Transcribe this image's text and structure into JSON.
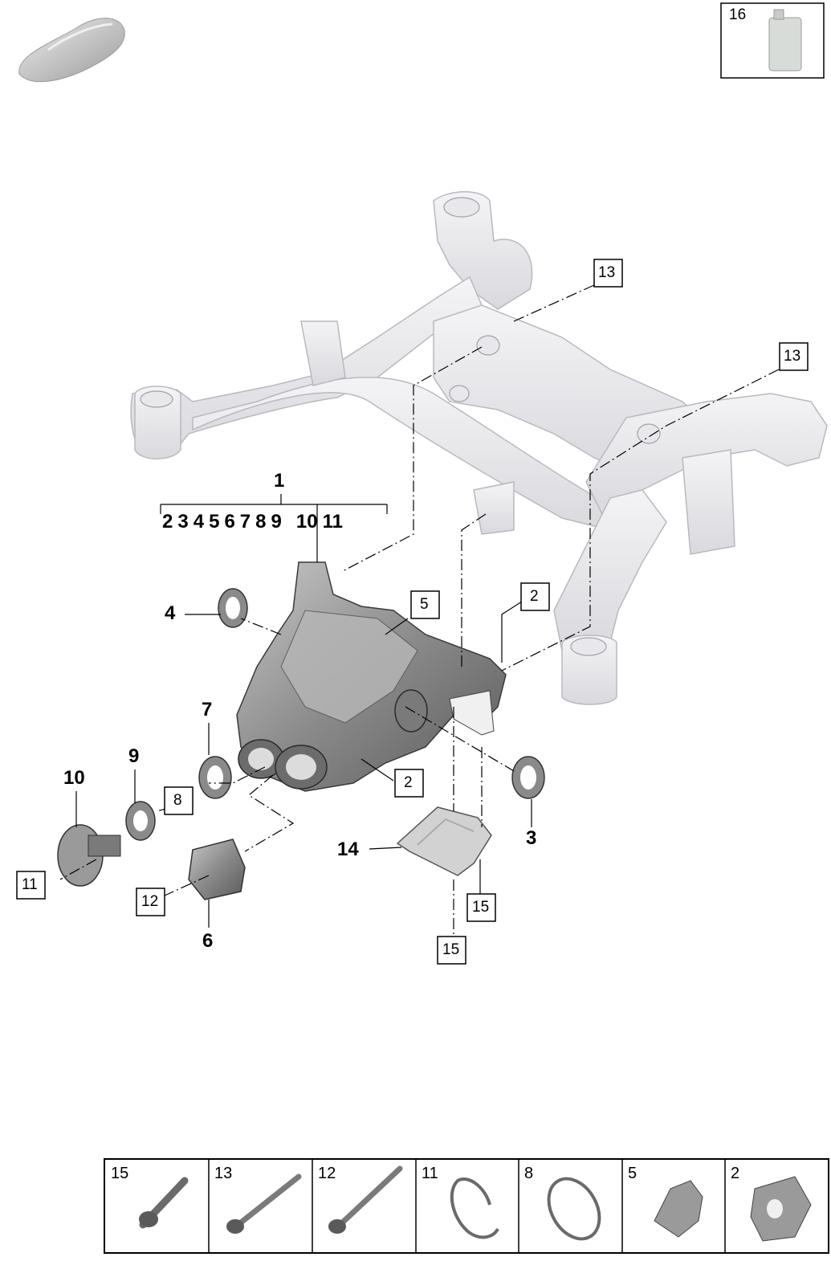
{
  "header": {
    "fluid_box_label": "16"
  },
  "assembly": {
    "main_label": "1",
    "sub_parts": [
      "2",
      "3",
      "4",
      "5",
      "6",
      "7",
      "8",
      "9",
      "10",
      "11"
    ]
  },
  "callouts": {
    "c13_top": "13",
    "c13_right": "13",
    "c5": "5",
    "c2_top": "2",
    "c2_bottom": "2",
    "c8": "8",
    "c11": "11",
    "c12": "12",
    "c15_right": "15",
    "c15_bottom": "15",
    "l4": "4",
    "l7": "7",
    "l9": "9",
    "l10": "10",
    "l6": "6",
    "l14": "14",
    "l3": "3"
  },
  "legend": [
    {
      "num": "15",
      "icon": "bolt-short-icon"
    },
    {
      "num": "13",
      "icon": "bolt-long-icon"
    },
    {
      "num": "12",
      "icon": "bolt-long-icon"
    },
    {
      "num": "11",
      "icon": "circlip-icon"
    },
    {
      "num": "8",
      "icon": "o-ring-icon"
    },
    {
      "num": "5",
      "icon": "rubber-bushing-icon"
    },
    {
      "num": "2",
      "icon": "mount-bushing-icon"
    }
  ]
}
